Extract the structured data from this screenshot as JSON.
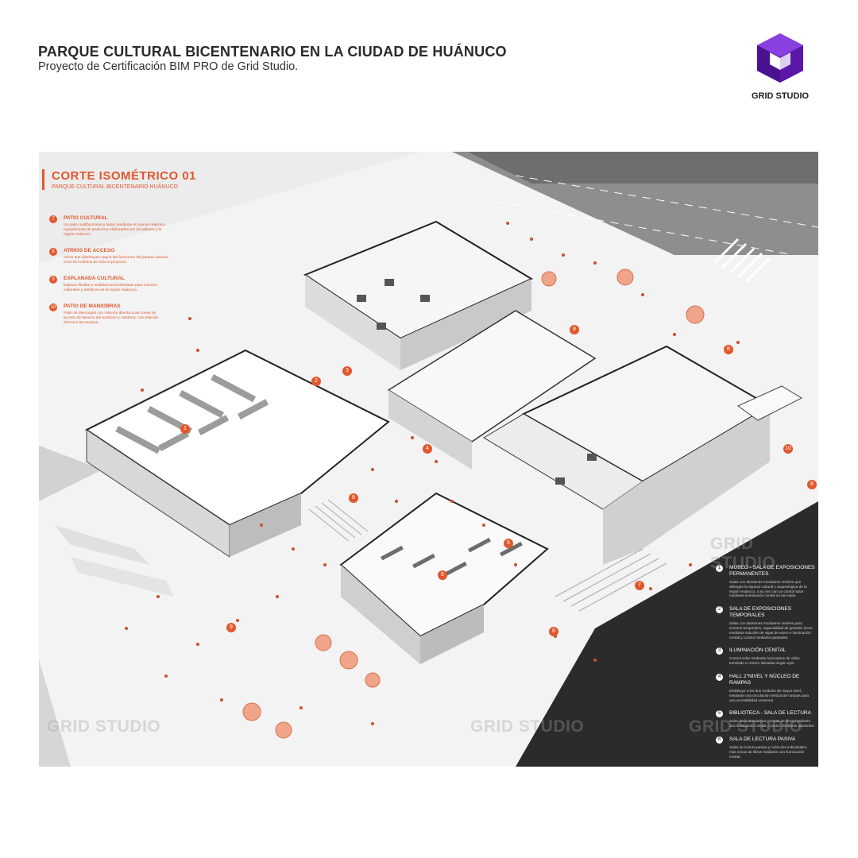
{
  "header": {
    "title": "PARQUE CULTURAL BICENTENARIO EN LA CIUDAD DE HUÁNUCO",
    "subtitle": "Proyecto de Certificación BIM PRO de Grid Studio."
  },
  "logo": {
    "label": "GRID STUDIO",
    "color": "#6a1fb8",
    "icon": "grid-studio-cube-logo"
  },
  "section": {
    "title": "CORTE ISOMÉTRICO 01",
    "subtitle": "PARQUE CULTURAL BICENTENARIO HUÁNUCO"
  },
  "legend_left": [
    {
      "num": "7",
      "title": "PATIO CULTURAL",
      "desc": "Un patio multifuncional y tedal, mediante el cual se realizara exposiciones de productos elaborados por los talleres y la región Huánuco."
    },
    {
      "num": "8",
      "title": "ATRIOS DE ACCESO",
      "desc": "Atrios que distribuyen según las funciones del parque cultural a los 03 módulos de todo el proyecto."
    },
    {
      "num": "9",
      "title": "EXPLANADA CULTURAL",
      "desc": "Espacio flexible y multifuncional diseñado para eventos culturales y artísticos de la región Huánuco."
    },
    {
      "num": "10",
      "title": "PATIO DE MANIOBRAS",
      "desc": "Patio de descargas con relación directa a las zonas de acceso de servicio del auditorio y cafetería, con relación directa a las rampas."
    }
  ],
  "legend_right": [
    {
      "num": "1",
      "title": "MUSEO - SALA DE EXPOSICIONES PERMANENTES",
      "desc": "Salas con divisiones modulares móviles que albergan la riqueza cultural y arqueológica de la región Huánuco, a su vez con un control solar mediante iluminación cenital en las salas."
    },
    {
      "num": "2",
      "title": "SALA DE EXPOSICIONES TEMPORALES",
      "desc": "Salas con divisiones modulares móviles para eventos temporales, espacialidad de grandes luces mediante solución de vigas de acero e iluminación cenital y control mediante parasoles."
    },
    {
      "num": "3",
      "title": "ILUMINACIÓN CENITAL",
      "desc": "Control solar mediante lucernarios de vidrio templado e=10mm ubicadas según ejes."
    },
    {
      "num": "4",
      "title": "HALL 2°NIVEL Y NÚCLEO DE RAMPAS",
      "desc": "Distribuye a los dos módulos de mayor nivel, mediante una circulación vertical de rampas para una accesibilidad universal."
    },
    {
      "num": "5",
      "title": "BIBLIOTECA - SALA DE LECTURA",
      "desc": "Salas de lectura activa y zonas de libros mediante una iluminación cenital y control mediante parasoles."
    },
    {
      "num": "6",
      "title": "SALA DE LECTURA PASIVA",
      "desc": "Salas de lectura pasiva y cubículos individuales, más zonas de libros mediante una iluminación cenital."
    }
  ],
  "watermark": "GRID STUDIO",
  "markers": [
    "1",
    "2",
    "3",
    "4",
    "5",
    "6",
    "7",
    "8",
    "8",
    "8",
    "8",
    "8",
    "9",
    "10"
  ],
  "colors": {
    "accent": "#e2572c",
    "dark_ground": "#2b2b2b",
    "roof": "#f2f2f2",
    "board": "#ececec"
  }
}
